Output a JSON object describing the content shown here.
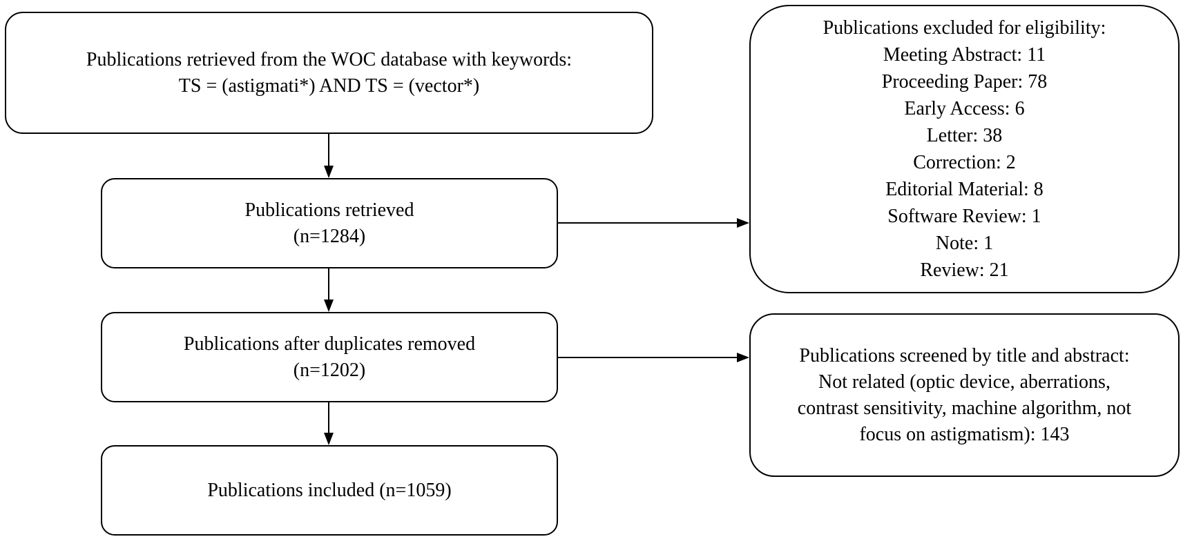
{
  "boxes": {
    "query": {
      "lines": [
        "Publications retrieved from the WOC database with keywords:",
        "TS = (astigmati*) AND TS = (vector*)"
      ]
    },
    "retrieved": {
      "lines": [
        "Publications retrieved",
        "(n=1284)"
      ]
    },
    "dedup": {
      "lines": [
        "Publications after duplicates removed",
        "(n=1202)"
      ]
    },
    "included": {
      "lines": [
        "Publications included (n=1059)"
      ]
    },
    "excluded": {
      "title": "Publications excluded for eligibility:",
      "items": [
        "Meeting Abstract: 11",
        "Proceeding Paper: 78",
        "Early Access: 6",
        "Letter: 38",
        "Correction: 2",
        "Editorial Material: 8",
        "Software Review: 1",
        "Note: 1",
        "Review: 21"
      ]
    },
    "screened": {
      "lines": [
        "Publications screened by title and abstract:",
        "Not related (optic device, aberrations,",
        "contrast sensitivity, machine algorithm, not",
        "focus on astigmatism): 143"
      ]
    }
  },
  "colors": {
    "stroke": "#000000",
    "background": "#ffffff"
  }
}
